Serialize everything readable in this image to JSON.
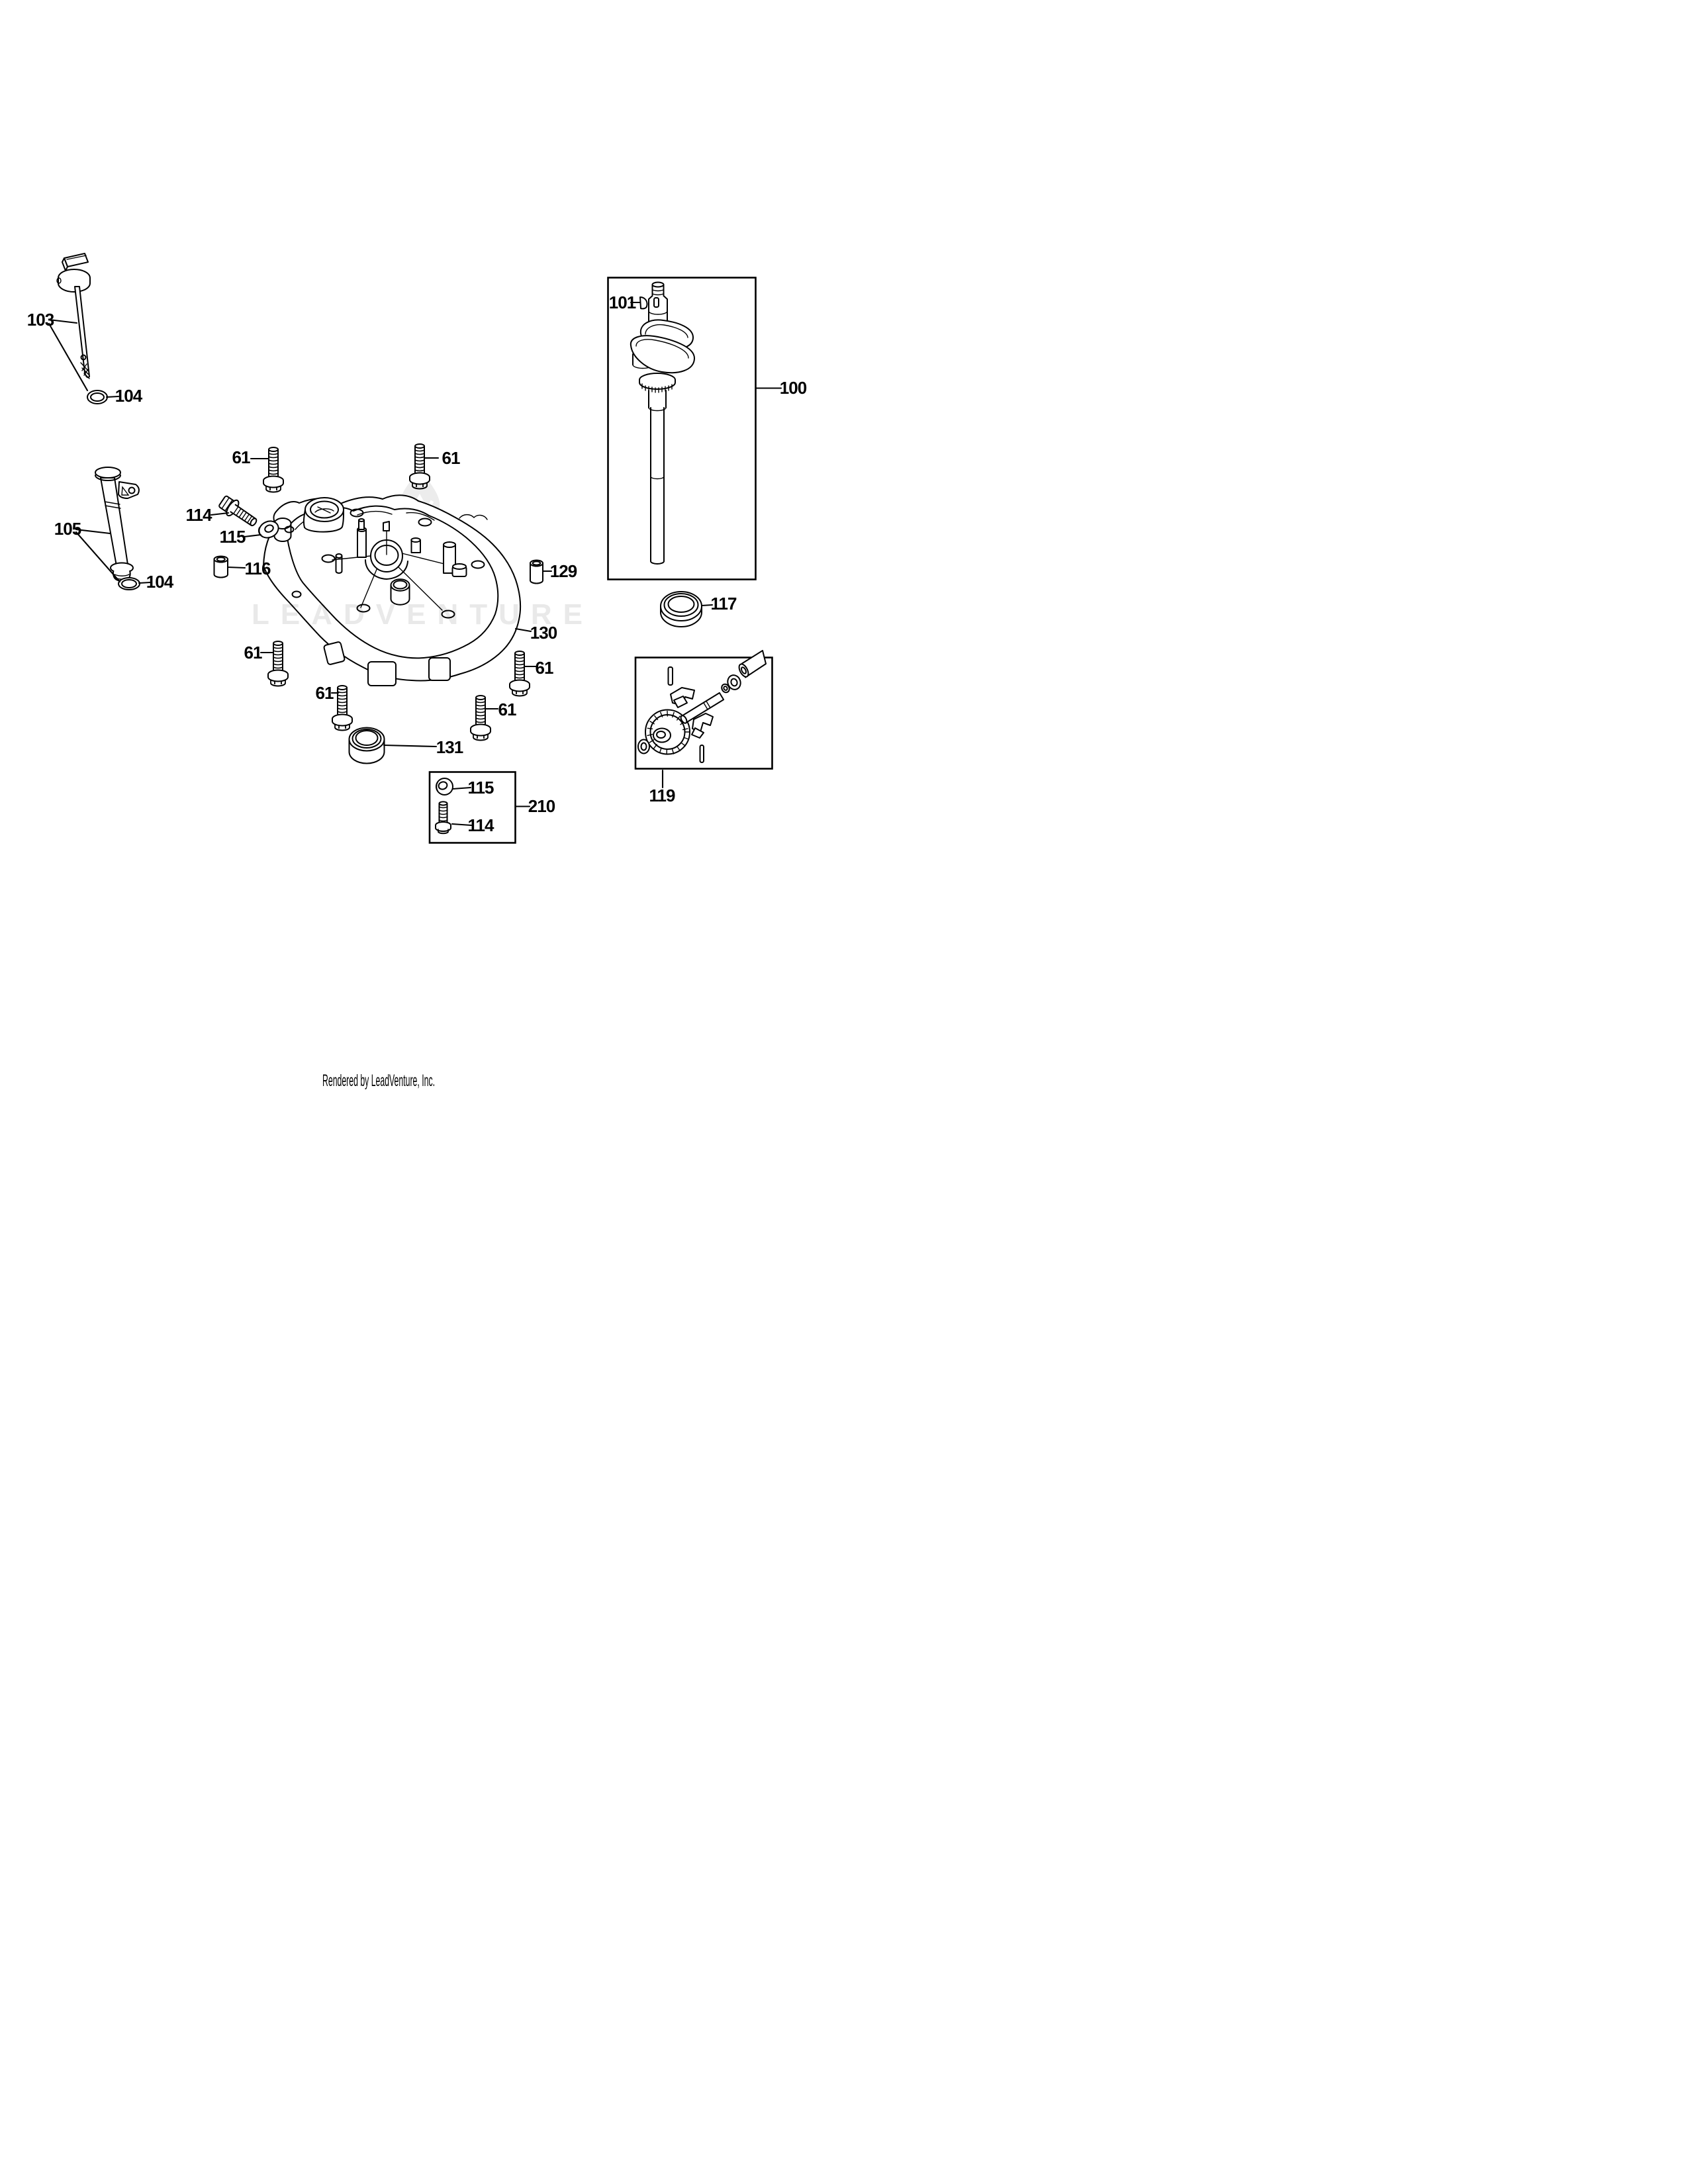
{
  "diagram": {
    "watermark_text": "LEADVENTURE",
    "footer_text": "Rendered by LeadVenture, Inc.",
    "ink_color": "#000000",
    "watermark_color": "#e9e9e9",
    "callouts": {
      "c103": "103",
      "c104a": "104",
      "c105": "105",
      "c104b": "104",
      "c61_1": "61",
      "c61_2": "61",
      "c61_3": "61",
      "c61_4": "61",
      "c61_5": "61",
      "c61_6": "61",
      "c114": "114",
      "c115": "115",
      "c116": "116",
      "c129": "129",
      "c130": "130",
      "c131": "131",
      "c117": "117",
      "c101": "101",
      "c100": "100",
      "c119": "119",
      "c115b": "115",
      "c114b": "114",
      "c210": "210"
    }
  }
}
